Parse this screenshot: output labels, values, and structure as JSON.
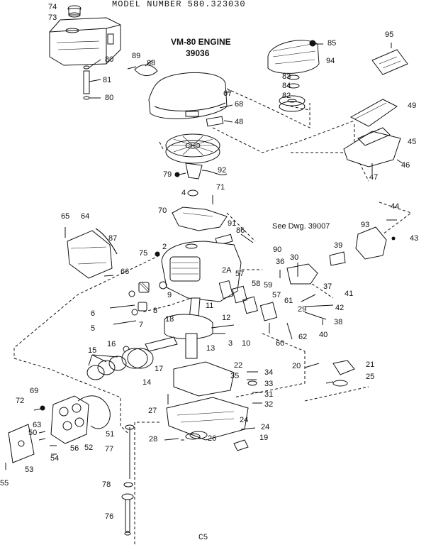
{
  "header": {
    "model_line": "MODEL NUMBER 580.323030"
  },
  "title": {
    "line1": "VM-80 ENGINE",
    "line2": "39036"
  },
  "reference_note": "See Dwg. 39007",
  "footer": {
    "page_code": "C5"
  },
  "callouts": [
    {
      "label": "74"
    },
    {
      "label": "73"
    },
    {
      "label": "80"
    },
    {
      "label": "81"
    },
    {
      "label": "80"
    },
    {
      "label": "89"
    },
    {
      "label": "88"
    },
    {
      "label": "67"
    },
    {
      "label": "68"
    },
    {
      "label": "48"
    },
    {
      "label": "85"
    },
    {
      "label": "94"
    },
    {
      "label": "83"
    },
    {
      "label": "84"
    },
    {
      "label": "82"
    },
    {
      "label": "95"
    },
    {
      "label": "49"
    },
    {
      "label": "45"
    },
    {
      "label": "46"
    },
    {
      "label": "47"
    },
    {
      "label": "79"
    },
    {
      "label": "92"
    },
    {
      "label": "4"
    },
    {
      "label": "71"
    },
    {
      "label": "70"
    },
    {
      "label": "91"
    },
    {
      "label": "86"
    },
    {
      "label": "90"
    },
    {
      "label": "65"
    },
    {
      "label": "64"
    },
    {
      "label": "87"
    },
    {
      "label": "66"
    },
    {
      "label": "44"
    },
    {
      "label": "93"
    },
    {
      "label": "43"
    },
    {
      "label": "2"
    },
    {
      "label": "75"
    },
    {
      "label": "39"
    },
    {
      "label": "36"
    },
    {
      "label": "30"
    },
    {
      "label": "2A"
    },
    {
      "label": "57"
    },
    {
      "label": "58"
    },
    {
      "label": "59"
    },
    {
      "label": "37"
    },
    {
      "label": "9"
    },
    {
      "label": "8"
    },
    {
      "label": "6"
    },
    {
      "label": "7"
    },
    {
      "label": "5"
    },
    {
      "label": "57"
    },
    {
      "label": "61"
    },
    {
      "label": "41"
    },
    {
      "label": "11"
    },
    {
      "label": "18"
    },
    {
      "label": "12"
    },
    {
      "label": "29"
    },
    {
      "label": "42"
    },
    {
      "label": "38"
    },
    {
      "label": "40"
    },
    {
      "label": "3"
    },
    {
      "label": "10"
    },
    {
      "label": "62"
    },
    {
      "label": "60"
    },
    {
      "label": "16"
    },
    {
      "label": "13"
    },
    {
      "label": "15"
    },
    {
      "label": "17"
    },
    {
      "label": "14"
    },
    {
      "label": "22"
    },
    {
      "label": "34"
    },
    {
      "label": "35"
    },
    {
      "label": "33"
    },
    {
      "label": "20"
    },
    {
      "label": "21"
    },
    {
      "label": "25"
    },
    {
      "label": "69"
    },
    {
      "label": "72"
    },
    {
      "label": "31"
    },
    {
      "label": "32"
    },
    {
      "label": "27"
    },
    {
      "label": "51"
    },
    {
      "label": "52"
    },
    {
      "label": "24"
    },
    {
      "label": "63"
    },
    {
      "label": "50"
    },
    {
      "label": "56"
    },
    {
      "label": "54"
    },
    {
      "label": "77"
    },
    {
      "label": "24"
    },
    {
      "label": "28"
    },
    {
      "label": "26"
    },
    {
      "label": "19"
    },
    {
      "label": "53"
    },
    {
      "label": "55"
    },
    {
      "label": "78"
    },
    {
      "label": "76"
    }
  ]
}
